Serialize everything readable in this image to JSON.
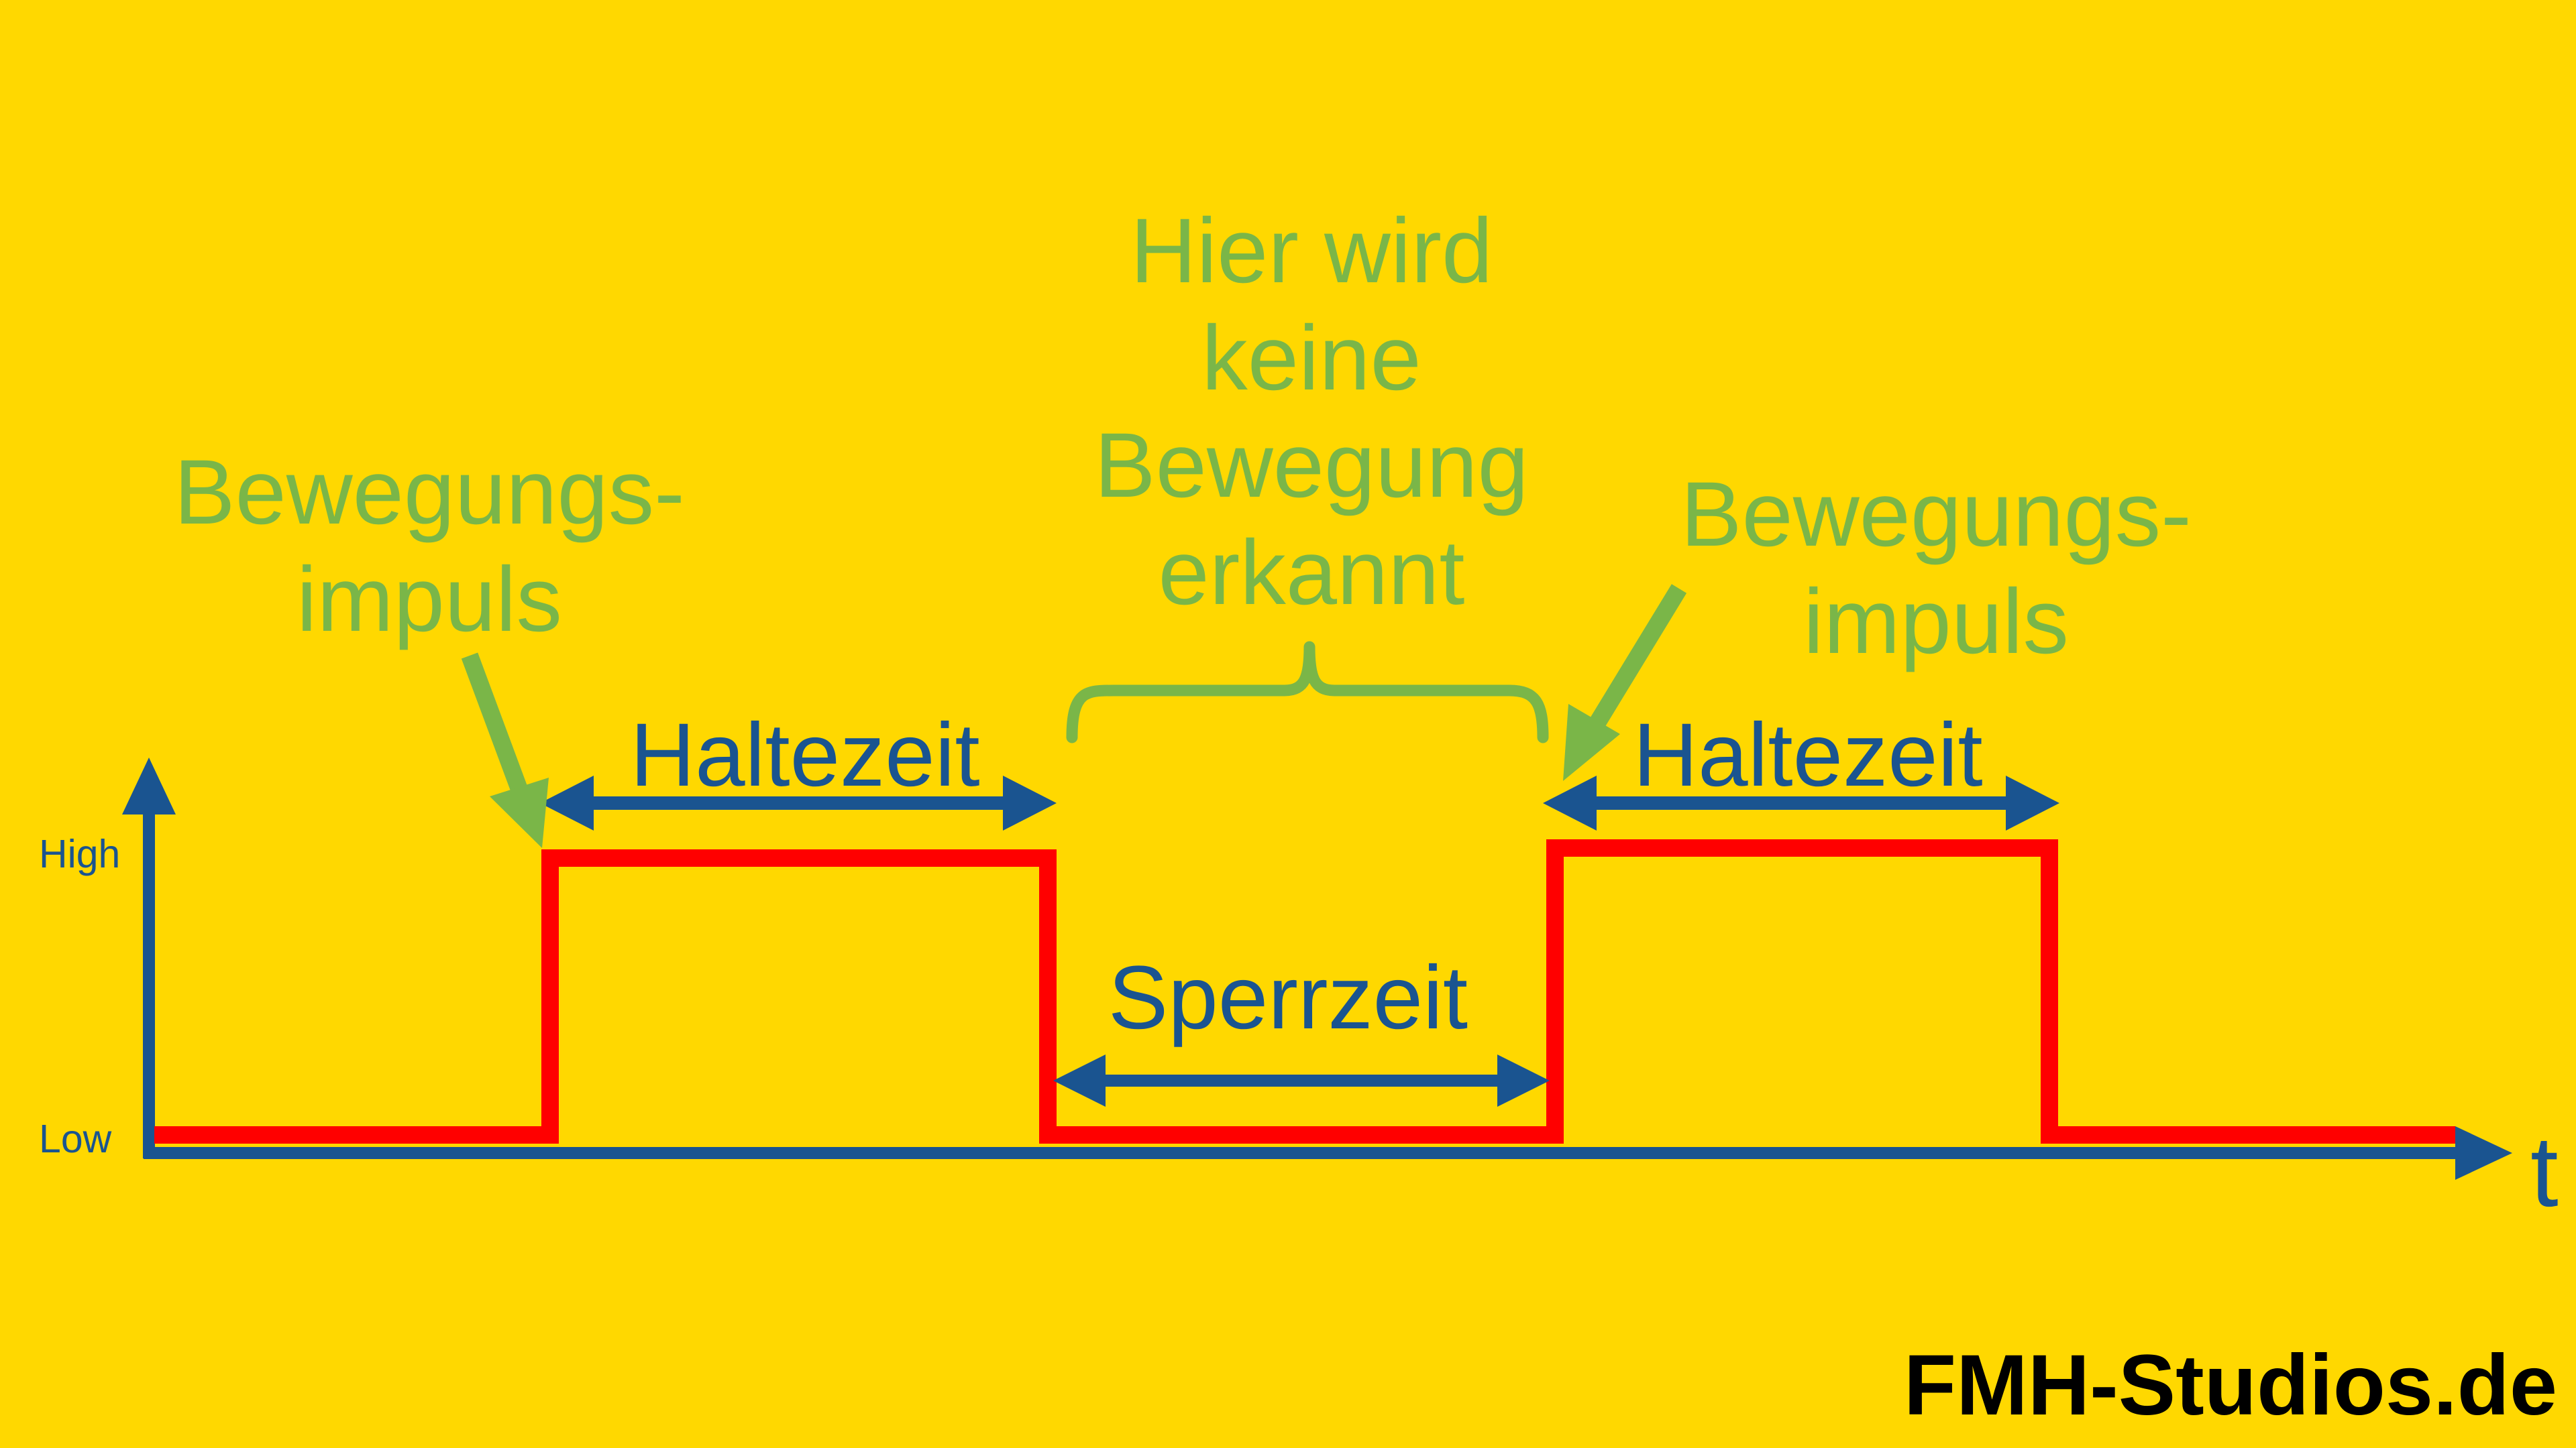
{
  "labels": {
    "impulse_left": [
      "Bewegungs-",
      "impuls"
    ],
    "impulse_right": [
      "Bewegungs-",
      "impuls"
    ],
    "no_motion": [
      "Hier wird",
      "keine",
      "Bewegung",
      "erkannt"
    ],
    "hold_time_left": "Haltezeit",
    "hold_time_right": "Haltezeit",
    "lock_time": "Sperrzeit",
    "axis_high": "High",
    "axis_low": "Low",
    "axis_time": "t"
  },
  "brand": "FMH-Studios.de",
  "colors": {
    "background": "#FFD800",
    "signal": "#FF0000",
    "axis": "#1A5490",
    "annotation": "#7AB648",
    "brand": "#000000"
  },
  "signal_levels": [
    "Low",
    "High",
    "Low",
    "High",
    "Low"
  ]
}
